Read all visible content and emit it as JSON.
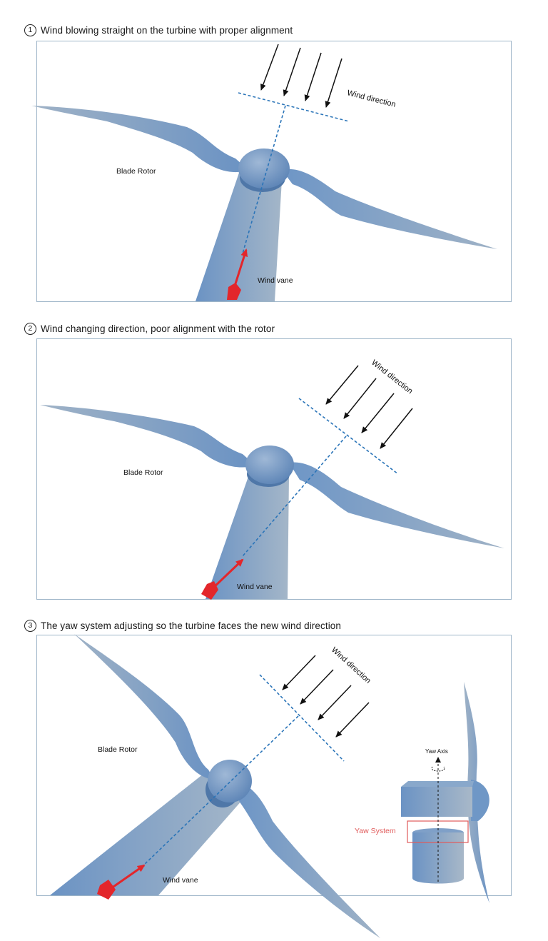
{
  "panels": [
    {
      "number": "1",
      "caption": "Wind blowing straight on the turbine with proper alignment",
      "wind_label": "Wind direction",
      "rotor_label": "Blade Rotor",
      "vane_label": "Wind vane"
    },
    {
      "number": "2",
      "caption": "Wind changing direction, poor alignment with the rotor",
      "wind_label": "Wind direction",
      "rotor_label": "Blade Rotor",
      "vane_label": "Wind vane"
    },
    {
      "number": "3",
      "caption": "The yaw system adjusting so the turbine faces the new wind direction",
      "wind_label": "Wind direction",
      "rotor_label": "Blade Rotor",
      "vane_label": "Wind vane",
      "yaw_axis_label": "Yaw Axis",
      "yaw_system_label": "Yaw System"
    }
  ],
  "colors": {
    "blade_light": "#93abc5",
    "blade_dark": "#6b93c4",
    "tower": "#7d9ec6",
    "vane": "#e3262b",
    "wind_line": "#2a74b8",
    "yaw_highlight": "#e05a5a",
    "frame": "#9fb6c9"
  }
}
